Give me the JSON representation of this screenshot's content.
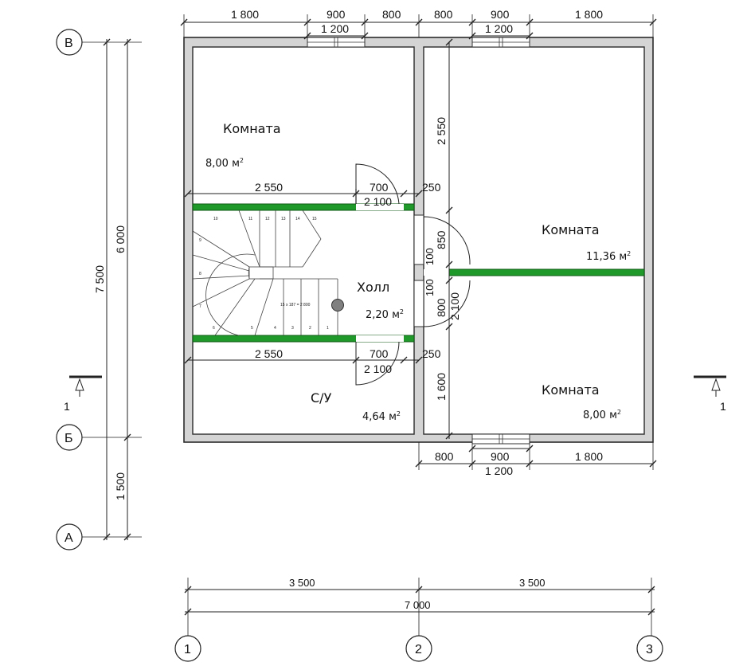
{
  "axes": {
    "rows": {
      "V": "В",
      "B": "Б",
      "A": "А"
    },
    "cols": {
      "c1": "1",
      "c2": "2",
      "c3": "3"
    }
  },
  "section_mark": {
    "left": "1",
    "right": "1"
  },
  "rooms": {
    "room_nw": {
      "name": "Комната",
      "area": "8,00 м",
      "sup": "2"
    },
    "room_e": {
      "name": "Комната",
      "area": "11,36 м",
      "sup": "2"
    },
    "room_se": {
      "name": "Комната",
      "area": "8,00 м",
      "sup": "2"
    },
    "hall": {
      "name": "Холл",
      "area": "2,20 м",
      "sup": "2"
    },
    "bath": {
      "name": "С/У",
      "area": "4,64 м",
      "sup": "2"
    }
  },
  "stair_note": "15 х 187 = 2 800",
  "stair_numbers": [
    "1",
    "2",
    "3",
    "4",
    "5",
    "6",
    "7",
    "8",
    "9",
    "10",
    "11",
    "12",
    "13",
    "14",
    "15"
  ],
  "dims": {
    "top_1800a": "1 800",
    "top_900a": "900",
    "top_800a": "800",
    "top_800b": "800",
    "top_900b": "900",
    "top_1800b": "1 800",
    "top_1200a": "1 200",
    "top_1200b": "1 200",
    "bot_800": "800",
    "bot_900": "900",
    "bot_1800": "1 800",
    "bot_1200": "1 200",
    "total_3500a": "3 500",
    "total_3500b": "3 500",
    "total_7000": "7 000",
    "left_7500": "7 500",
    "left_6000": "6 000",
    "left_1500": "1 500",
    "hall_top_2550": "2 550",
    "hall_top_700": "700",
    "hall_top_2100": "2 100",
    "hall_top_250": "250",
    "hall_bot_2550": "2 550",
    "hall_bot_700": "700",
    "hall_bot_2100": "2 100",
    "hall_bot_250": "250",
    "v_2550": "2 550",
    "v_850": "850",
    "v_100a": "100",
    "v_100b": "100",
    "v_800": "800",
    "v_2100": "2 100",
    "v_1600": "1 600"
  }
}
